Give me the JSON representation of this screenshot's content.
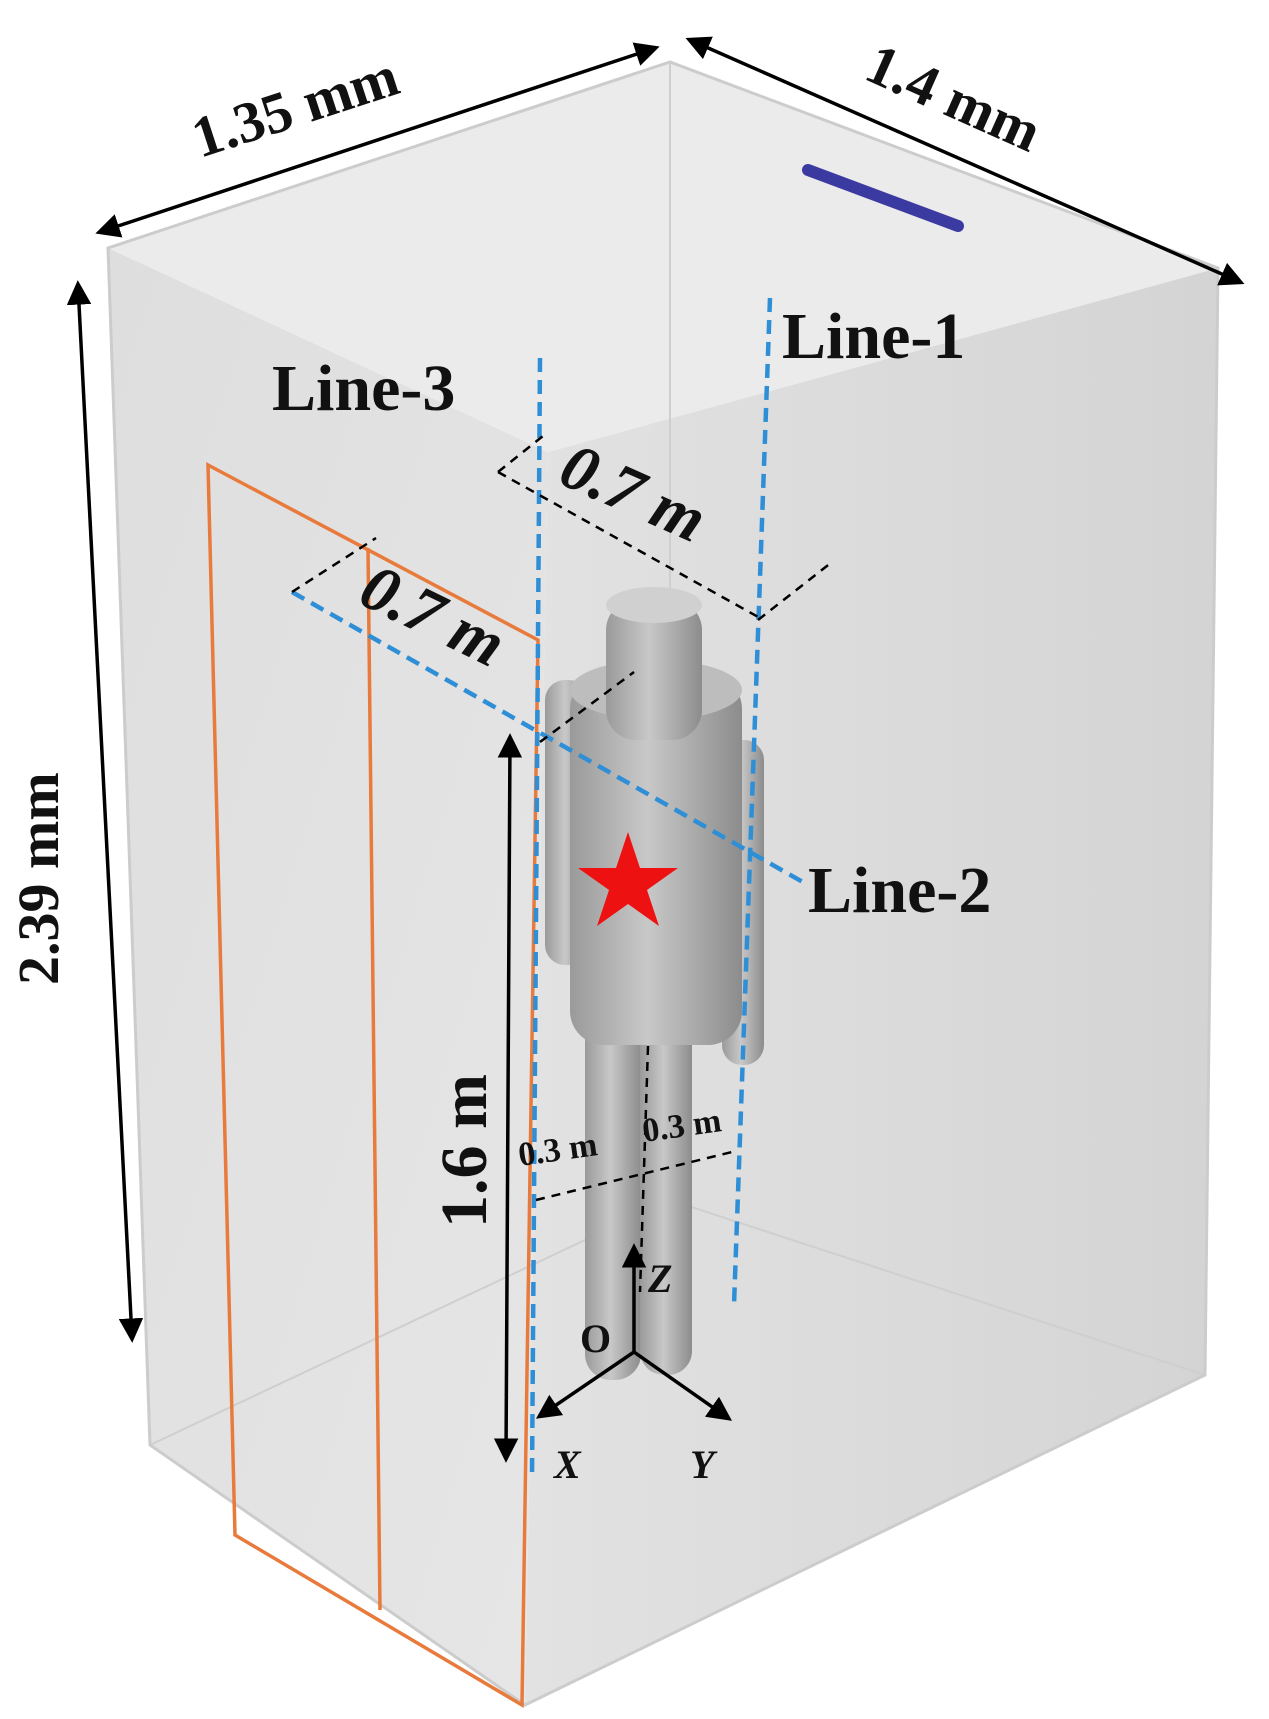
{
  "dimensions": {
    "width_label": "1.35 mm",
    "depth_label": "1.4 mm",
    "height_label": "2.39 mm",
    "person_height_label": "1.6 m"
  },
  "lines": {
    "line1": "Line-1",
    "line2": "Line-2",
    "line3": "Line-3"
  },
  "offsets": {
    "offset_top": "0.7 m",
    "offset_left": "0.7 m",
    "leg_left": "0.3 m",
    "leg_right": "0.3 m"
  },
  "axes": {
    "origin": "O",
    "x": "X",
    "y": "Y",
    "z": "Z"
  },
  "colors": {
    "room": "#dcdcdc",
    "door_frame": "#e87a3c",
    "measurement_line": "#2f8fd6",
    "source_star": "#ee1111",
    "vent": "#3a3aa0"
  }
}
